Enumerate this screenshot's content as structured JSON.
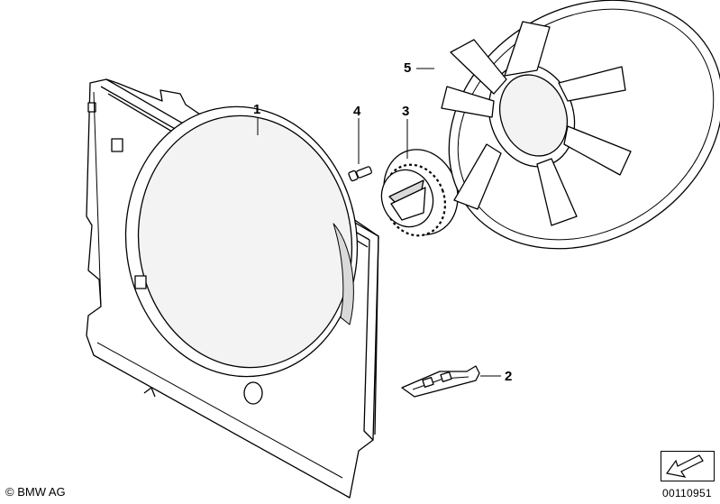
{
  "callouts": {
    "p1": "1",
    "p2": "2",
    "p3": "3",
    "p4": "4",
    "p5": "5"
  },
  "footer": {
    "copyright": "© BMW AG",
    "diagram_number": "00110951"
  },
  "colors": {
    "line": "#000000",
    "part_fill": "#ffffff",
    "shade": "#d9d9d9"
  },
  "icons": {
    "reference_arrow": "arrow-down-left-icon"
  }
}
